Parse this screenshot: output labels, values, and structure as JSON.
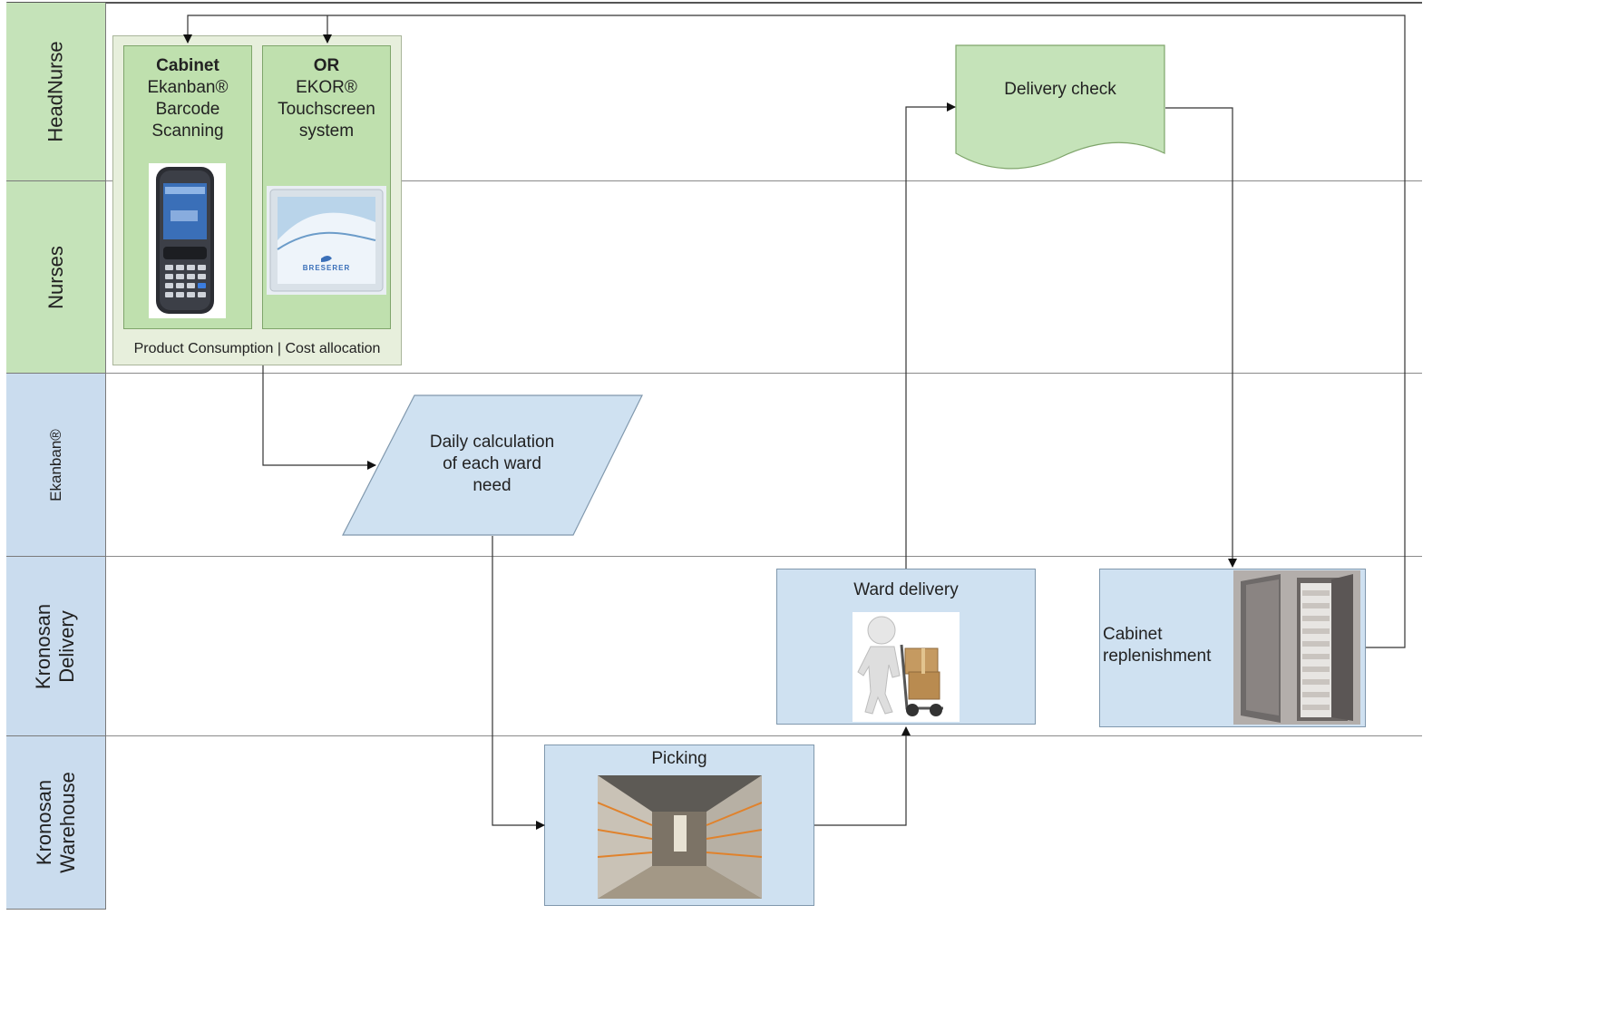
{
  "lanes": [
    {
      "label": "HeadNurse"
    },
    {
      "label": "Nurses"
    },
    {
      "label": "Ekanban®"
    },
    {
      "label": "Kronosan\nDelivery"
    },
    {
      "label": "Kronosan\nWarehouse"
    }
  ],
  "lane_colors": {
    "nurse_lanes": "#c5e3b9",
    "kronosan_lanes": "#cadcee"
  },
  "entry_box": {
    "col1": {
      "title": "Cabinet",
      "lines": [
        "Ekanban®",
        "Barcode",
        "Scanning"
      ],
      "image": "handheld-barcode-scanner"
    },
    "col2": {
      "title": "OR",
      "lines": [
        "EKOR®",
        "Touchscreen",
        "system"
      ],
      "image": "touchscreen-monitor",
      "brand": "BRESERER"
    },
    "caption": "Product Consumption | Cost allocation"
  },
  "nodes": {
    "daily_calc": {
      "text": "Daily calculation\nof each ward\nneed",
      "shape": "parallelogram"
    },
    "delivery_check": {
      "text": "Delivery check",
      "shape": "document"
    },
    "ward_delivery": {
      "text": "Ward delivery",
      "image": "figure-with-hand-truck"
    },
    "cabinet_replenishment": {
      "text": "Cabinet\nreplenishment",
      "image": "supply-cabinet"
    },
    "picking": {
      "text": "Picking",
      "image": "warehouse-shelves"
    }
  }
}
